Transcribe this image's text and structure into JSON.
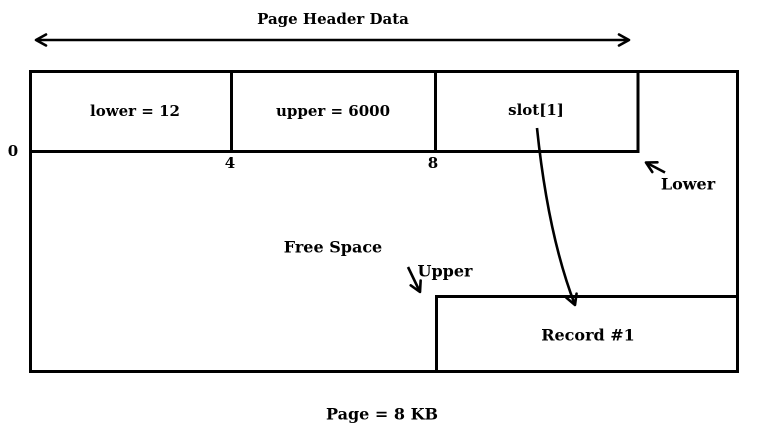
{
  "diagram": {
    "title": "Page Header Data",
    "cells": {
      "lower": "lower = 12",
      "upper": "upper = 6000",
      "slot": "slot[1]"
    },
    "offsets": [
      "0",
      "4",
      "8"
    ],
    "labels": {
      "lower_pointer": "Lower",
      "upper_pointer": "Upper",
      "free_space": "Free Space",
      "record": "Record #1"
    },
    "caption": "Page = 8 KB",
    "colors": {
      "line": "#000000",
      "background": "#ffffff"
    }
  }
}
